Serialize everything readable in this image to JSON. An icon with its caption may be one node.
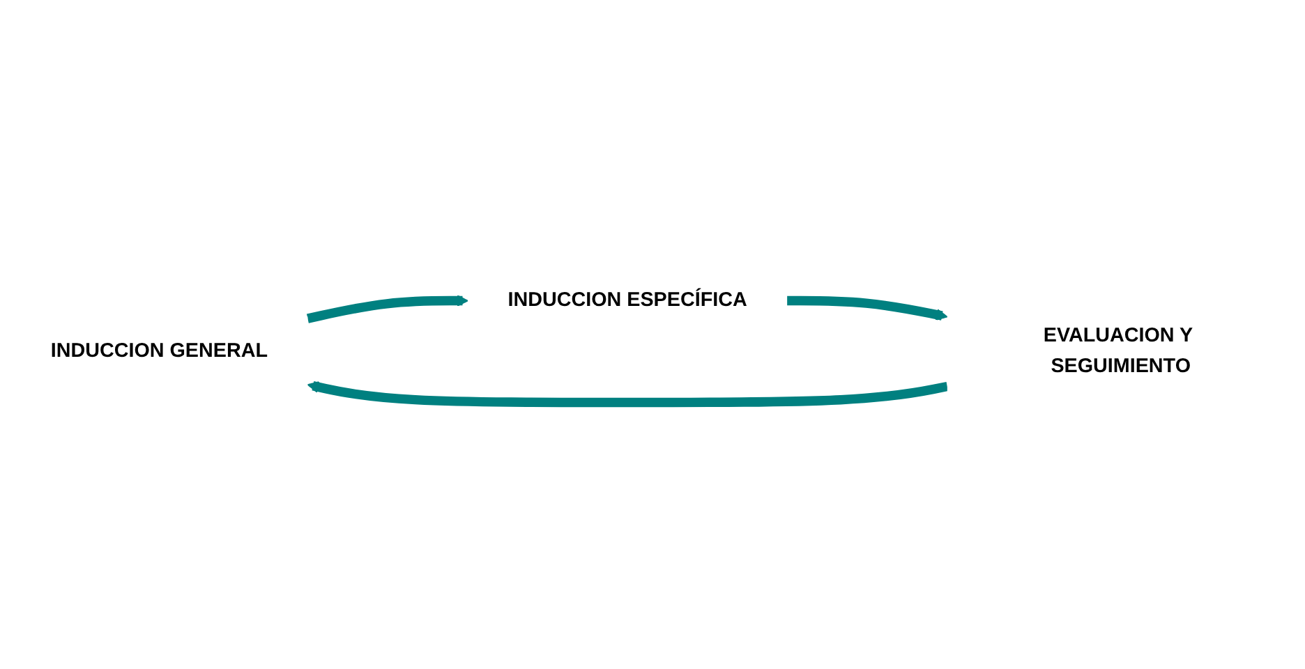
{
  "diagram": {
    "nodes": [
      {
        "text": [
          "INDUCCION GENERAL"
        ]
      },
      {
        "text": [
          "INDUCCION ESPECÍFICA"
        ]
      },
      {
        "text": [
          "EVALUACION Y SEGUIMIENTO"
        ]
      }
    ],
    "edges": [
      {
        "from": 0,
        "to": 1,
        "arrow": "to"
      },
      {
        "from": 1,
        "to": 2,
        "arrow": "to"
      },
      {
        "from": 2,
        "to": 0,
        "arrow": "to"
      }
    ]
  }
}
